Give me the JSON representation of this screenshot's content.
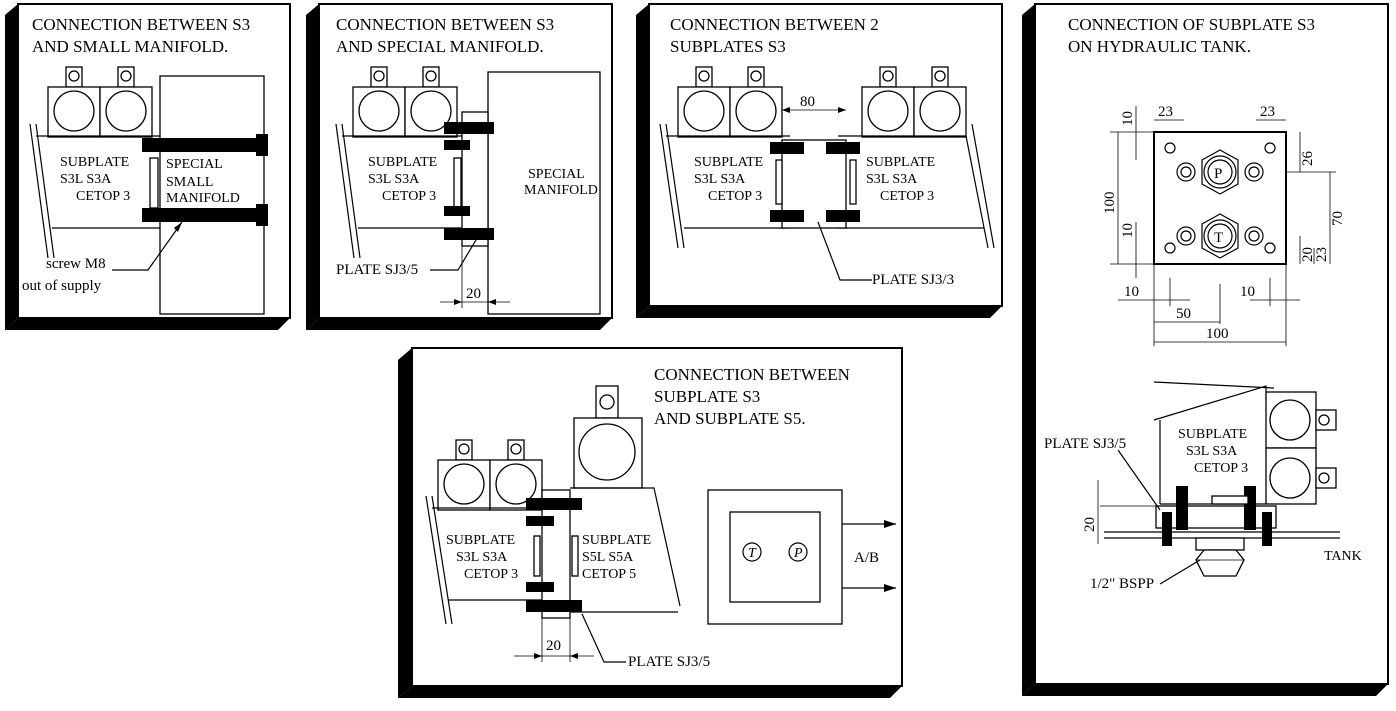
{
  "panels": {
    "p1": {
      "title": [
        "CONNECTION BETWEEN S3",
        "AND SMALL MANIFOLD."
      ],
      "subplate": [
        "SUBPLATE",
        "S3L   S3A",
        "CETOP 3"
      ],
      "manifold": [
        "SPECIAL",
        "SMALL",
        "MANIFOLD"
      ],
      "screw": [
        "screw M8",
        "out of supply"
      ]
    },
    "p2": {
      "title": [
        "CONNECTION BETWEEN S3",
        "AND SPECIAL MANIFOLD."
      ],
      "subplate": [
        "SUBPLATE",
        "S3L   S3A",
        "CETOP 3"
      ],
      "manifold": [
        "SPECIAL",
        "MANIFOLD"
      ],
      "plate": "PLATE SJ3/5",
      "dim": "20"
    },
    "p3": {
      "title": [
        "CONNECTION BETWEEN 2",
        "SUBPLATES S3"
      ],
      "subplate_left": [
        "SUBPLATE",
        "S3L   S3A",
        "CETOP 3"
      ],
      "subplate_right": [
        "SUBPLATE",
        "S3L   S3A",
        "CETOP 3"
      ],
      "dim": "80",
      "plate": "PLATE SJ3/3"
    },
    "p4": {
      "title": [
        "CONNECTION OF SUBPLATE S3",
        "ON HYDRAULIC TANK."
      ],
      "dims": {
        "d10_top": "10",
        "d23_left": "23",
        "d23_right": "23",
        "d26": "26",
        "d100_v": "100",
        "d70": "70",
        "d10_mid": "10",
        "d20": "20",
        "d23_b": "23",
        "d10_bl": "10",
        "d10_br": "10",
        "d50": "50",
        "d100_h": "100",
        "d20_side": "20"
      },
      "ports": [
        "P",
        "T"
      ],
      "subplate": [
        "SUBPLATE",
        "S3L   S3A",
        "CETOP 3"
      ],
      "plate": "PLATE SJ3/5",
      "bspp": "1/2\" BSPP",
      "tank": "TANK"
    },
    "p5": {
      "title": [
        "CONNECTION BETWEEN",
        "SUBPLATE S3",
        "AND SUBPLATE S5."
      ],
      "subplate_left": [
        "SUBPLATE",
        "S3L   S3A",
        "CETOP 3"
      ],
      "subplate_right": [
        "SUBPLATE",
        "S5L   S5A",
        "CETOP 5"
      ],
      "ports": [
        "T",
        "P"
      ],
      "ab": "A/B",
      "dim": "20",
      "plate": "PLATE SJ3/5"
    }
  }
}
